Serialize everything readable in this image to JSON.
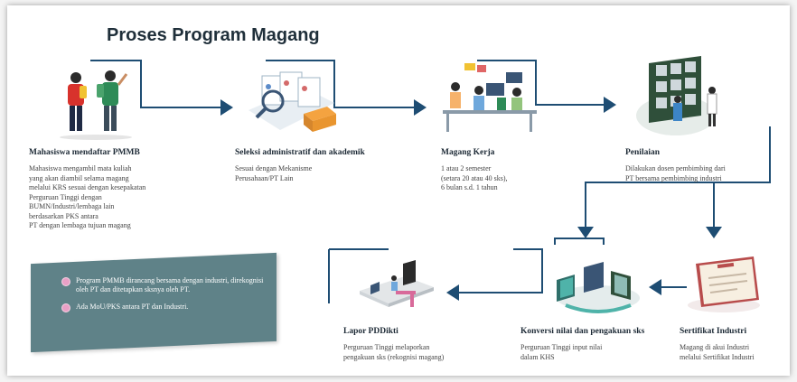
{
  "title": "Proses Program Magang",
  "steps": [
    {
      "title": "Mahasiswa mendaftar PMMB",
      "desc": [
        "Mahasiswa mengambil mata kuliah",
        "yang akan diambil selama magang",
        "melalui KRS sesuai dengan kesepakatan",
        "Perguruan Tinggi dengan",
        "BUMN/Industri/lembaga lain",
        "berdasarkan PKS antara",
        "PT dengan lembaga tujuan magang"
      ]
    },
    {
      "title": "Seleksi administratif dan akademik",
      "desc": [
        "Sesuai dengan Mekanisme",
        "Perusahaan/PT Lain"
      ]
    },
    {
      "title": "Magang Kerja",
      "desc": [
        "1 atau 2 semester",
        "(setara 20 atau 40 sks),",
        "6 bulan s.d. 1 tahun"
      ]
    },
    {
      "title": "Penilaian",
      "desc": [
        "Dilakukan dosen pembimbing dari",
        "PT bersama pembimbing industri"
      ]
    },
    {
      "title": "Sertifikat Industri",
      "desc": [
        "Magang di akui Industri",
        "melalui Sertifikat Industri"
      ]
    },
    {
      "title": "Konversi nilai dan pengakuan sks",
      "desc": [
        "Perguruan Tinggi input nilai",
        "dalam KHS"
      ]
    },
    {
      "title": "Lapor PDDikti",
      "desc": [
        "Perguruan Tinggi melaporkan",
        "pengakuan sks (rekognisi magang)"
      ]
    }
  ],
  "notes": [
    "Program PMMB dirancang bersama dengan industri, direkognisi oleh PT dan ditetapkan sksnya oleh PT.",
    "Ada MoU/PKS antara PT dan Industri."
  ],
  "colors": {
    "accent": "#1e4d73",
    "heading": "#1f2f3a",
    "note_bg": "#5f8288",
    "bullet": "#e9a0c6"
  }
}
